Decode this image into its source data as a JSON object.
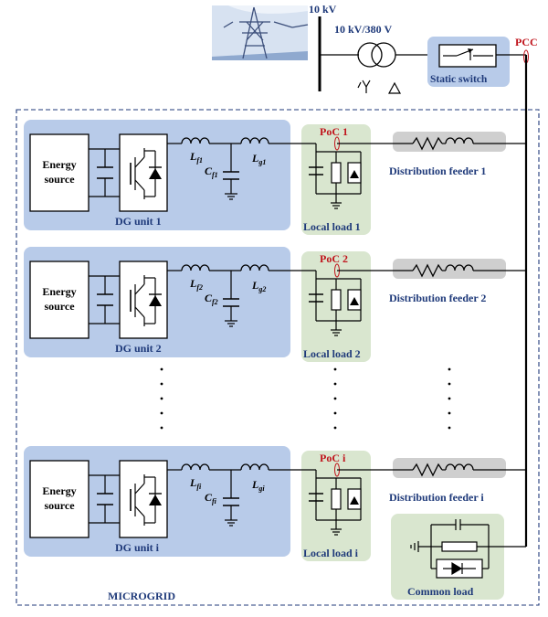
{
  "grid": {
    "voltage_label": "10 kV",
    "transformer_label": "10 kV/380 V",
    "pcc_label": "PCC",
    "static_switch_label": "Static switch",
    "utility_icon": "power-tower-icon"
  },
  "microgrid_label": "MICROGRID",
  "dg_units": [
    {
      "energy_source": "Energy source",
      "unit_label": "DG unit 1",
      "lf": "L",
      "lf_sub": "f1",
      "cf": "C",
      "cf_sub": "f1",
      "lg": "L",
      "lg_sub": "g1",
      "poc_label": "PoC 1",
      "local_load": "Local load 1",
      "feeder": "Distribution feeder 1"
    },
    {
      "energy_source": "Energy source",
      "unit_label": "DG unit 2",
      "lf": "L",
      "lf_sub": "f2",
      "cf": "C",
      "cf_sub": "f2",
      "lg": "L",
      "lg_sub": "g2",
      "poc_label": "PoC 2",
      "local_load": "Local load 2",
      "feeder": "Distribution feeder 2"
    },
    {
      "energy_source": "Energy source",
      "unit_label": "DG unit i",
      "lf": "L",
      "lf_sub": "fi",
      "cf": "C",
      "cf_sub": "fi",
      "lg": "L",
      "lg_sub": "gi",
      "poc_label": "PoC i",
      "local_load": "Local load i",
      "feeder": "Distribution feeder i"
    }
  ],
  "common_load_label": "Common load",
  "colors": {
    "dg_fill": "#b8cbe9",
    "load_fill": "#d9e6cf",
    "feeder_fill": "#cfcfcf",
    "label_blue": "#1f3a7a",
    "accent_red": "#c0141c"
  }
}
